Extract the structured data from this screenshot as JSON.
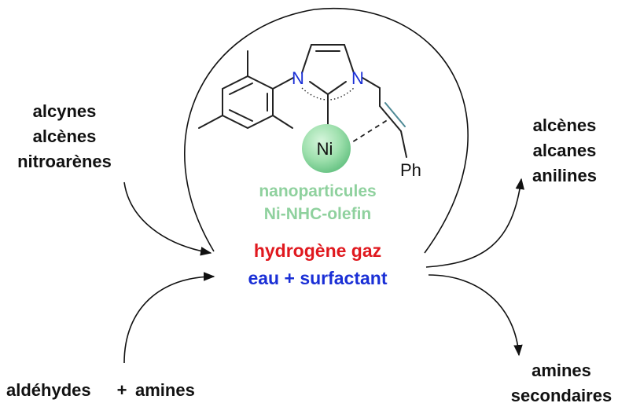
{
  "inputs": {
    "top": [
      "alcynes",
      "alcènes",
      "nitroarènes"
    ],
    "bottom_left": "aldéhydes",
    "bottom_plus": "+",
    "bottom_right": "amines"
  },
  "outputs": {
    "top": [
      "alcènes",
      "alcanes",
      "anilines"
    ],
    "bottom": [
      "amines",
      "secondaires"
    ]
  },
  "catalyst": {
    "line1": "nanoparticules",
    "line2": "Ni-NHC-olefin",
    "color": "#8fd19e"
  },
  "conditions": {
    "reagent": "hydrogène gaz",
    "reagent_color": "#e0191f",
    "medium": "eau + surfactant",
    "medium_color": "#1a2fd6"
  },
  "molecule": {
    "n_left": "N",
    "n_right": "N",
    "metal": "Ni",
    "phenyl": "Ph",
    "nitrogen_color": "#1a2fd6",
    "alkene_color": "#4f8a96"
  }
}
